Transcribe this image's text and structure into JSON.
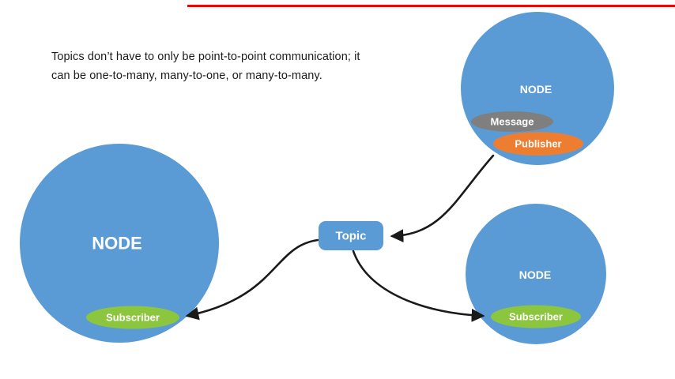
{
  "progress_bar": {
    "color": "#fe0000"
  },
  "intro": {
    "line1": "Topics don’t have to only be point-to-point communication; it",
    "line2": "can be one-to-many, many-to-one, or many-to-many."
  },
  "topic": {
    "label": "Topic",
    "color": "#5b9bd5"
  },
  "left_node": {
    "label": "NODE",
    "subscriber_label": "Subscriber"
  },
  "top_right_node": {
    "label": "NODE",
    "message_label": "Message",
    "publisher_label": "Publisher"
  },
  "bottom_right_node": {
    "label": "NODE",
    "subscriber_label": "Subscriber"
  },
  "colors": {
    "node_blue": "#5b9bd5",
    "subscriber_green": "#8cc63e",
    "publisher_orange": "#ed7d31",
    "message_gray": "#7f7f7f",
    "arrow_black": "#1a1a1a"
  }
}
